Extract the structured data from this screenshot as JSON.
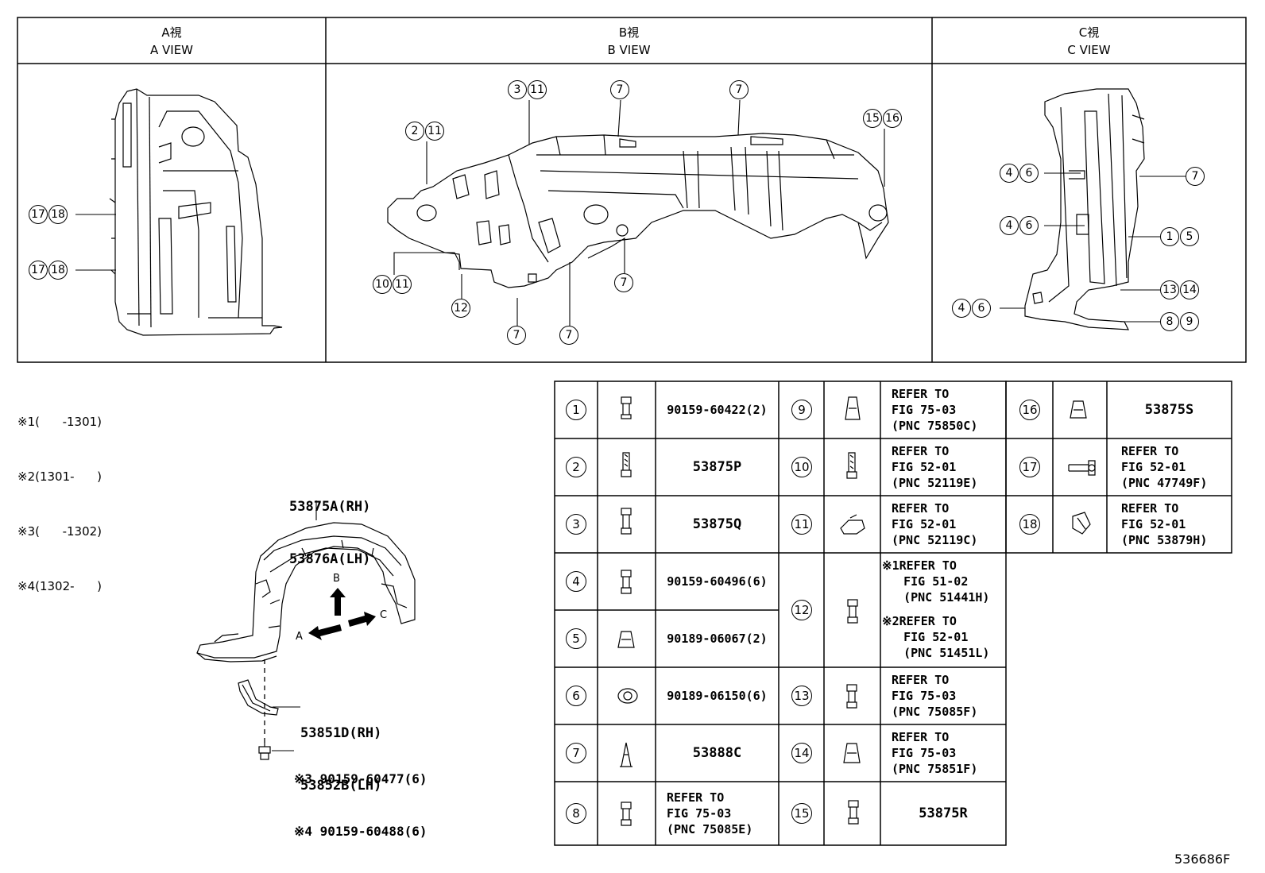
{
  "views": {
    "a": {
      "jp": "A視",
      "en": "A VIEW"
    },
    "b": {
      "jp": "B視",
      "en": "B VIEW"
    },
    "c": {
      "jp": "C視",
      "en": "C VIEW"
    }
  },
  "callouts": {
    "a1": [
      "17",
      "18"
    ],
    "a2": [
      "17",
      "18"
    ],
    "b1": [
      "3",
      "11"
    ],
    "b2": [
      "7"
    ],
    "b3": [
      "7"
    ],
    "b4": [
      "15",
      "16"
    ],
    "b5": [
      "2",
      "11"
    ],
    "b6": [
      "10",
      "11"
    ],
    "b7": [
      "12"
    ],
    "b8": [
      "7"
    ],
    "b9": [
      "7"
    ],
    "b10": [
      "7"
    ],
    "c1": [
      "4",
      "6"
    ],
    "c2": [
      "7"
    ],
    "c3": [
      "4",
      "6"
    ],
    "c4": [
      "1",
      "5"
    ],
    "c5": [
      "13",
      "14"
    ],
    "c6": [
      "4",
      "6"
    ],
    "c7": [
      "8",
      "9"
    ]
  },
  "notes": [
    "※1(      -1301)",
    "※2(1301-      )",
    "※3(      -1302)",
    "※4(1302-      )"
  ],
  "main_part": {
    "line1": "53875A(RH)",
    "line2": "53876A(LH)"
  },
  "sub_part": {
    "line1": "53851D(RH)",
    "line2": "53852B(LH)"
  },
  "bolt_part": {
    "line1": "※3 90159-60477(6)",
    "line2": "※4 90159-60488(6)"
  },
  "arrows": {
    "a": "A",
    "b": "B",
    "c": "C"
  },
  "table": {
    "r1": {
      "c1": "1",
      "p1": "90159-60422(2)",
      "c2": "9",
      "p2": "REFER TO\nFIG 75-03\n(PNC 75850C)",
      "c3": "16",
      "p3": "53875S"
    },
    "r2": {
      "c1": "2",
      "p1": "53875P",
      "c2": "10",
      "p2": "REFER TO\nFIG 52-01\n(PNC 52119E)",
      "c3": "17",
      "p3": "REFER TO\nFIG 52-01\n(PNC 47749F)"
    },
    "r3": {
      "c1": "3",
      "p1": "53875Q",
      "c2": "11",
      "p2": "REFER TO\nFIG 52-01\n(PNC 52119C)",
      "c3": "18",
      "p3": "REFER TO\nFIG 52-01\n(PNC 53879H)"
    },
    "r4": {
      "c1": "4",
      "p1": "90159-60496(6)",
      "c2": "12",
      "p2a": "※1REFER TO\n   FIG 51-02\n   (PNC 51441H)",
      "p2b": "※2REFER TO\n   FIG 52-01\n   (PNC 51451L)"
    },
    "r5": {
      "c1": "5",
      "p1": "90189-06067(2)"
    },
    "r6": {
      "c1": "6",
      "p1": "90189-06150(6)",
      "c2": "13",
      "p2": "REFER TO\nFIG 75-03\n(PNC 75085F)"
    },
    "r7": {
      "c1": "7",
      "p1": "53888C",
      "c2": "14",
      "p2": "REFER TO\nFIG 75-03\n(PNC 75851F)"
    },
    "r8": {
      "c1": "8",
      "p1": "REFER TO\nFIG 75-03\n(PNC 75085E)",
      "c2": "15",
      "p2": "53875R"
    }
  },
  "figure_id": "536686F"
}
